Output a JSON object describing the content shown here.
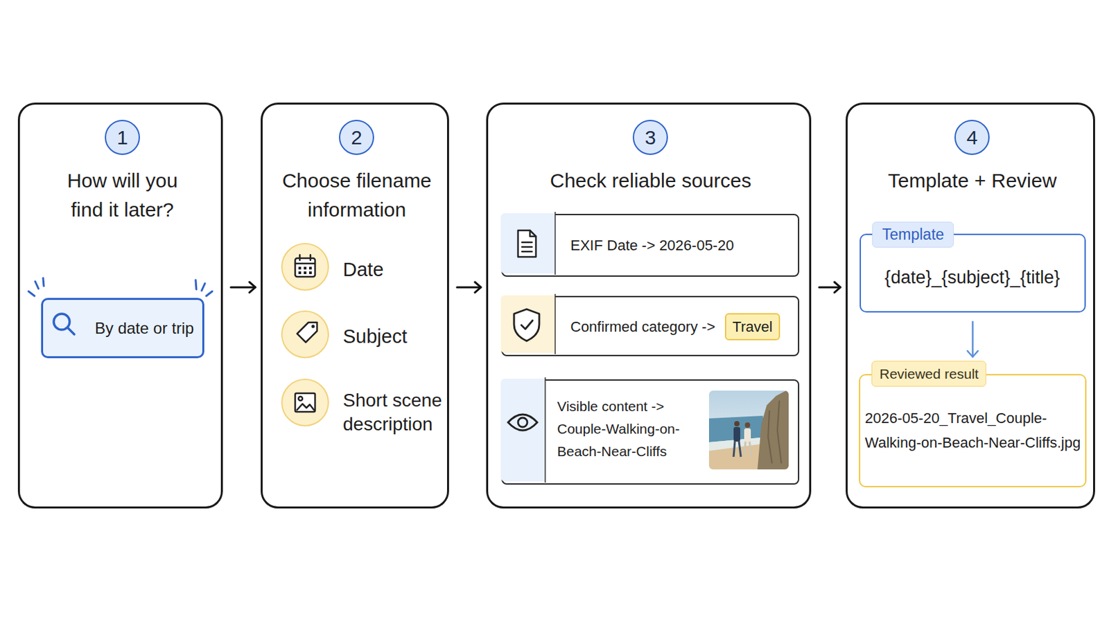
{
  "diagram": {
    "nodes": [
      {
        "text": [
          "How will you find it later?"
        ]
      },
      {
        "text": [
          "1"
        ],
        "in": 0
      },
      {
        "text": [
          "By date or trip"
        ],
        "in": 0
      },
      {
        "text": [
          "Choose filename information"
        ]
      },
      {
        "text": [
          "2"
        ],
        "in": 3
      },
      {
        "text": [
          "Check reliable sources"
        ]
      },
      {
        "text": [
          "3"
        ],
        "in": 5
      },
      {
        "text": [
          "EXIF Date -> 2026-05-20"
        ],
        "in": 5
      },
      {
        "text": [
          "Confirmed category ->"
        ],
        "in": 5
      },
      {
        "text": [
          "Travel"
        ],
        "in": 8
      },
      {
        "text": [
          "Visible content -> Couple-Walking-on-Beach-Near-Cliffs"
        ],
        "in": 5
      },
      {
        "text": [
          "Template + Review"
        ]
      },
      {
        "text": [
          "4"
        ],
        "in": 11
      },
      {
        "text": [
          "Template",
          "{date}_{subject}_{title}"
        ],
        "in": 11
      },
      {
        "text": [
          "Reviewed result",
          "2026-05-20_Travel_Couple-Walking-on-Beach-Near-Cliffs.jpg"
        ],
        "in": 11
      }
    ],
    "edges": [
      {
        "from": 0,
        "to": 3,
        "arrow": "to"
      },
      {
        "from": 3,
        "to": 5,
        "arrow": "to"
      },
      {
        "from": 5,
        "to": 11,
        "arrow": "to"
      },
      {
        "from": 13,
        "to": 14,
        "arrow": "to"
      }
    ],
    "labels": [
      "Date",
      "Subject",
      "Short scene description"
    ]
  }
}
